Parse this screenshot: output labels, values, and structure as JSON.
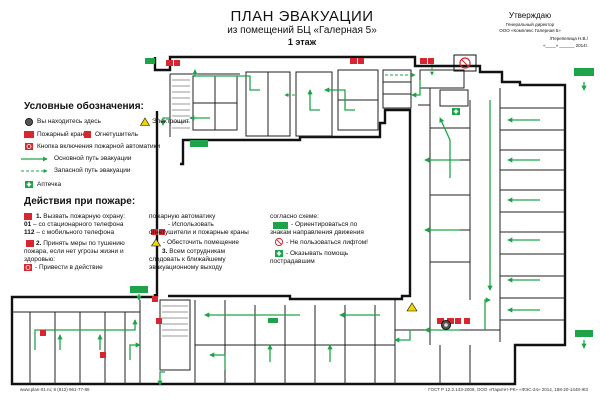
{
  "title": {
    "main": "ПЛАН ЭВАКУАЦИИ",
    "sub": "из помещений БЦ «Галерная 5»",
    "floor": "1 этаж"
  },
  "approval": {
    "heading": "Утверждаю",
    "position": "Генеральный директор",
    "org": "ООО «Комплекс Галерная 5»",
    "signature": "/Перепелица Н.В./",
    "date": "«____» ______ 2014г."
  },
  "legend": {
    "heading": "Условные обозначения:",
    "items": {
      "you_are_here": "Вы находитесь здесь",
      "electric": "Электрощит",
      "hydrant": "Пожарный кран",
      "extinguisher": "Огнетушитель",
      "alarm_button": "Кнопка включения пожарной автоматики",
      "main_route": "Основной путь эвакуации",
      "spare_route": "Запасной путь эвакуации",
      "first_aid": "Аптечка"
    }
  },
  "actions": {
    "heading": "Действия при пожаре:",
    "col1": {
      "n1": "1.",
      "s1": "Вызвать пожарную охрану:",
      "l2a": "01",
      "l2b": "– со стационарного телефона",
      "l3a": "112",
      "l3b": "– с мобильного телефона",
      "n2": "2.",
      "s2a": "Принять меры по тушению",
      "s2b": "пожара, если нет угрозы жизни и",
      "s2c": "здоровью:",
      "s2d": "- Привести в действие"
    },
    "col2": {
      "l1": "пожарную автоматику",
      "l2": "- Использовать",
      "l3": "огнетушители и пожарные краны",
      "l4": "- Обесточить помещение",
      "n3": "3.",
      "l5": "Всем сотрудникам",
      "l6": "следовать к ближайшему",
      "l7": "эвакуационному выходу"
    },
    "col3": {
      "l1": "согласно схеме:",
      "l2": "- Ориентироваться по",
      "l3": "знакам направления движения",
      "l4": "- Не пользоваться лифтом!",
      "l5": "- Оказывать помощь",
      "l6": "пострадавшим"
    }
  },
  "footer": {
    "left": "www.plan-01.ru; 8 (812) 961-77-86",
    "right": "ГОСТ Р 12.2.143-2009, ООО «Паритет-РК» «ФЭС-24» 2014, 188-20-1448-Ж3"
  },
  "colors": {
    "wall": "#111111",
    "route": "#1fa34a",
    "fire": "#d7262f",
    "exit_sign": "#1fa34a",
    "you_here": "#555555"
  }
}
